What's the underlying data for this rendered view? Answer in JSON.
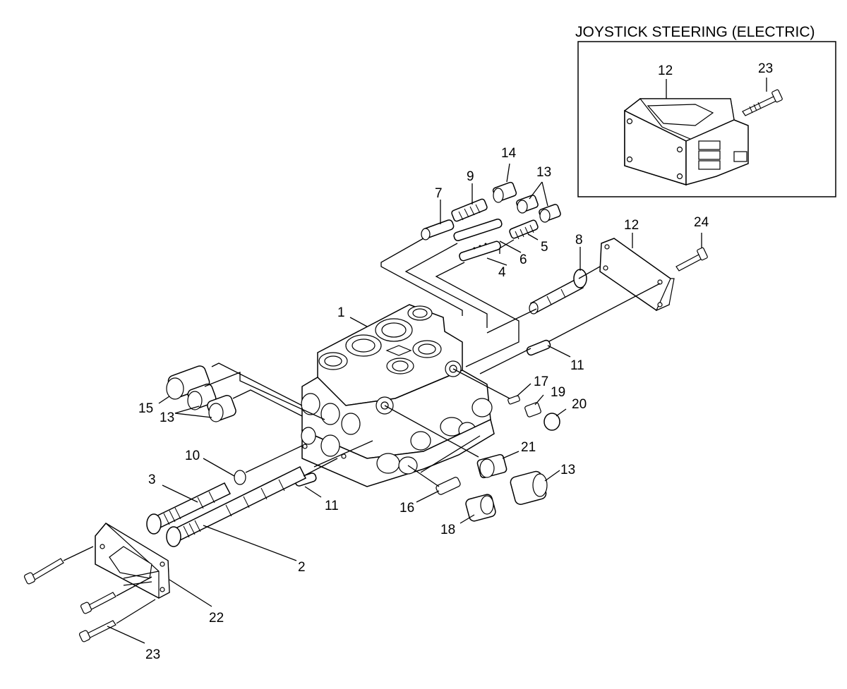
{
  "inset": {
    "title": "JOYSTICK STEERING (ELECTRIC)",
    "labels": [
      "12",
      "23"
    ]
  },
  "callouts": [
    "1",
    "2",
    "3",
    "4",
    "5",
    "6",
    "7",
    "8",
    "9",
    "10",
    "11",
    "11",
    "12",
    "13",
    "13",
    "13",
    "14",
    "15",
    "16",
    "17",
    "18",
    "19",
    "20",
    "21",
    "22",
    "23",
    "24"
  ]
}
